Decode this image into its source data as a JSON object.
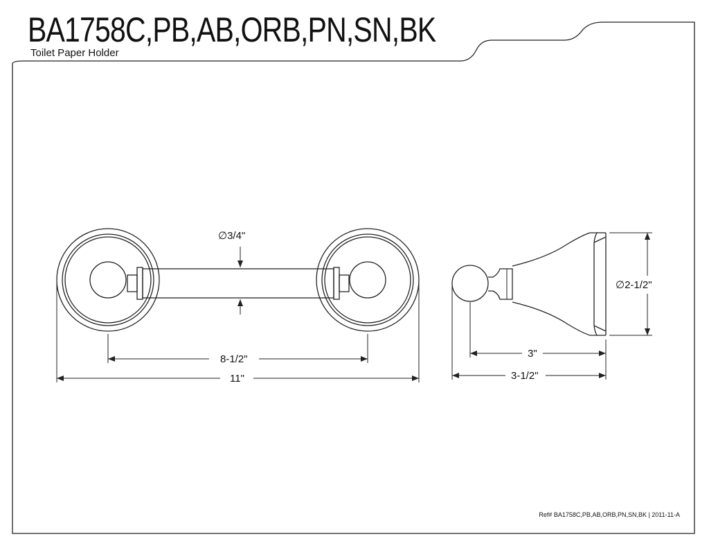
{
  "header": {
    "title": "BA1758C,PB,AB,ORB,PN,SN,BK",
    "subtitle": "Toilet Paper Holder"
  },
  "dimensions": {
    "rod_diameter": "∅3/4\"",
    "center_span": "8-1/2\"",
    "overall_length": "11\"",
    "base_diameter": "∅2-1/2\"",
    "projection": "3\"",
    "overall_projection": "3-1/2\""
  },
  "footer": {
    "reference": "Ref# BA1758C,PB,AB,ORB,PN,SN,BK | 2011-11-A"
  }
}
